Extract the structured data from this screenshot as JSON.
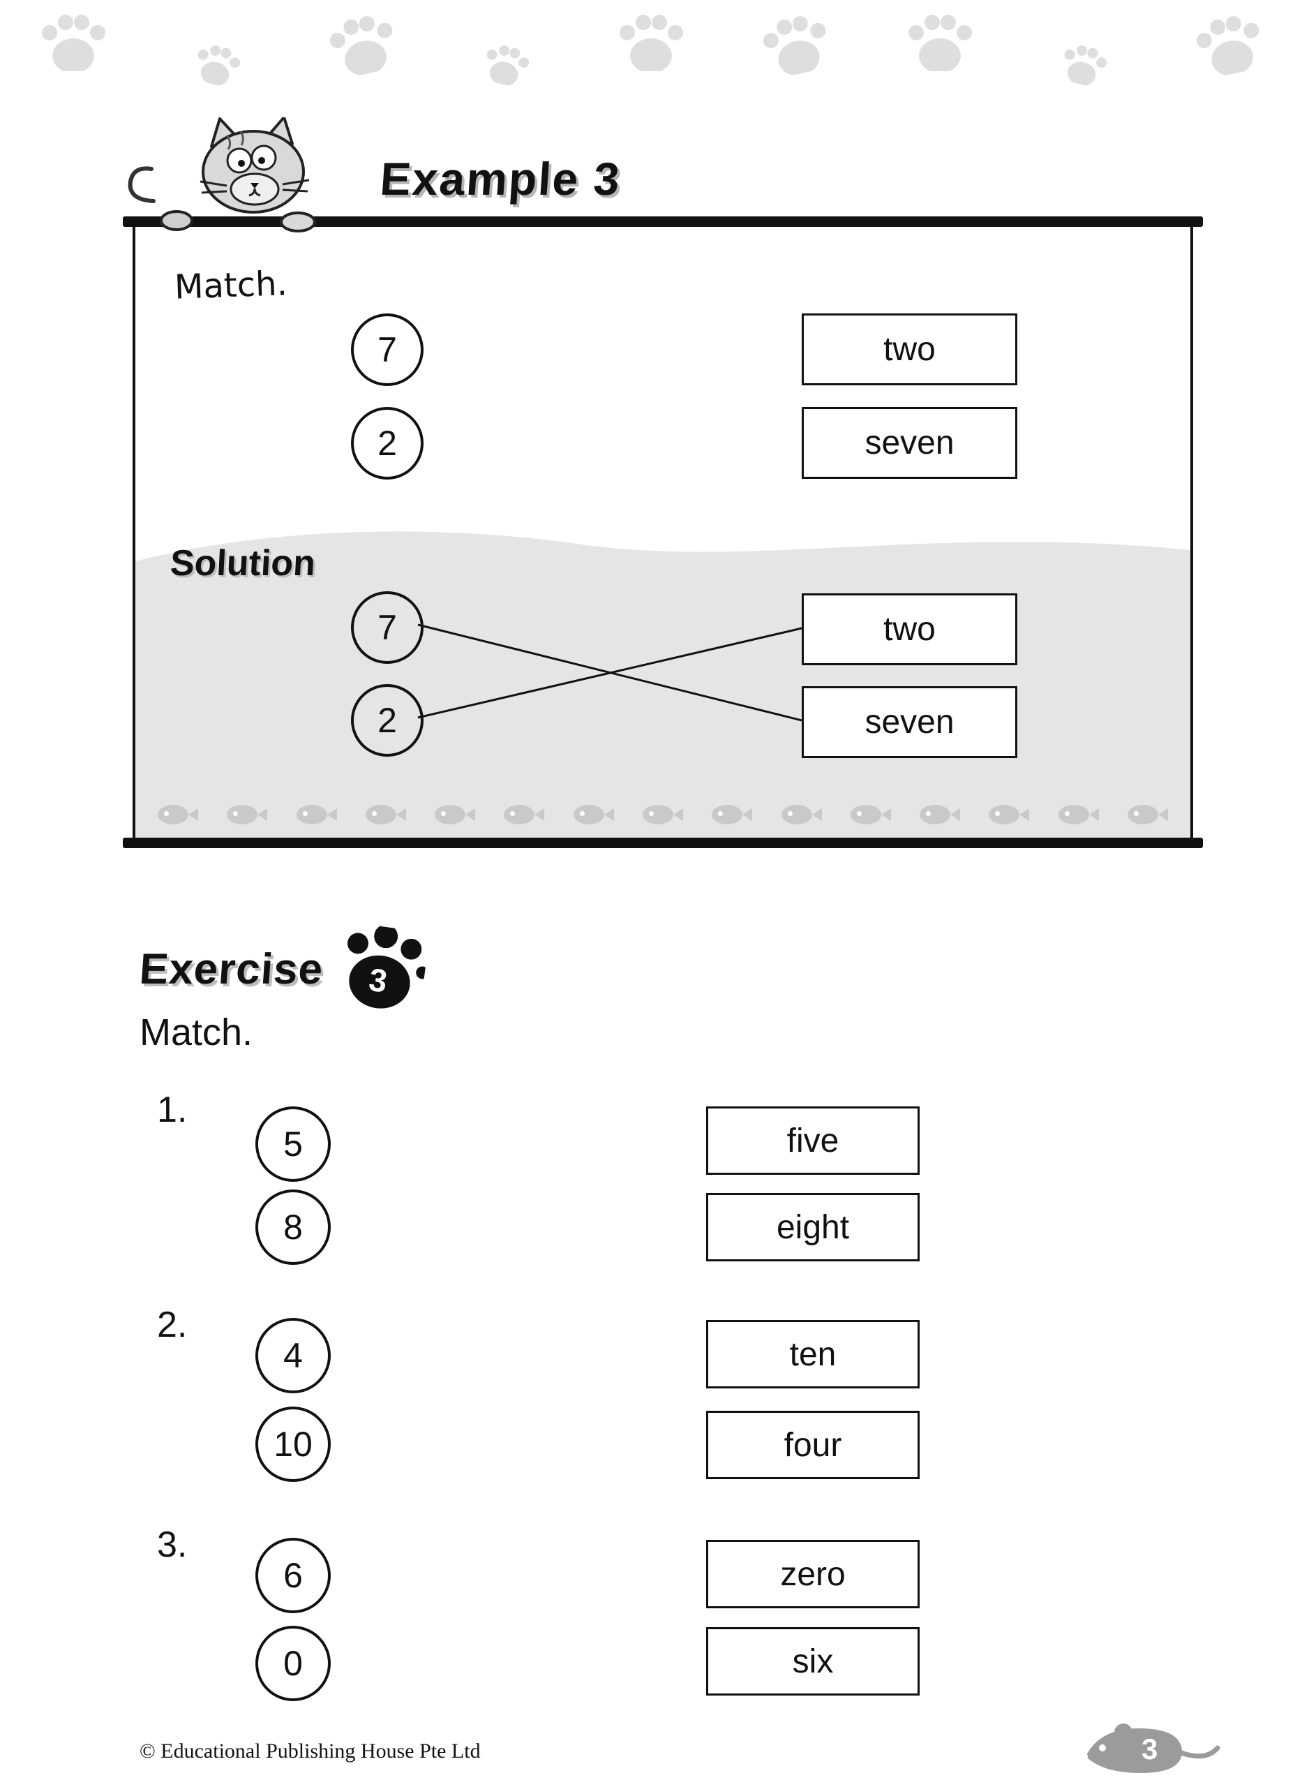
{
  "example": {
    "title": "Example 3",
    "instruction": "Match.",
    "problem": {
      "numbers": [
        "7",
        "2"
      ],
      "words": [
        "two",
        "seven"
      ]
    },
    "solution": {
      "title": "Solution",
      "numbers": [
        "7",
        "2"
      ],
      "words": [
        "two",
        "seven"
      ]
    }
  },
  "exercise": {
    "title": "Exercise",
    "badge_number": "3",
    "instruction": "Match.",
    "items": [
      {
        "label": "1.",
        "numbers": [
          "5",
          "8"
        ],
        "words": [
          "five",
          "eight"
        ]
      },
      {
        "label": "2.",
        "numbers": [
          "4",
          "10"
        ],
        "words": [
          "ten",
          "four"
        ]
      },
      {
        "label": "3.",
        "numbers": [
          "6",
          "0"
        ],
        "words": [
          "zero",
          "six"
        ]
      }
    ]
  },
  "footer": {
    "copyright": "© Educational Publishing House Pte Ltd",
    "page_number": "3"
  },
  "colors": {
    "ink": "#111111",
    "paw_gray": "#dedede",
    "solution_bg": "#e5e5e5",
    "fish_gray": "#c9c9c9",
    "shadow_gray": "#b5b5b5",
    "mouse_gray": "#9b9b9b"
  }
}
